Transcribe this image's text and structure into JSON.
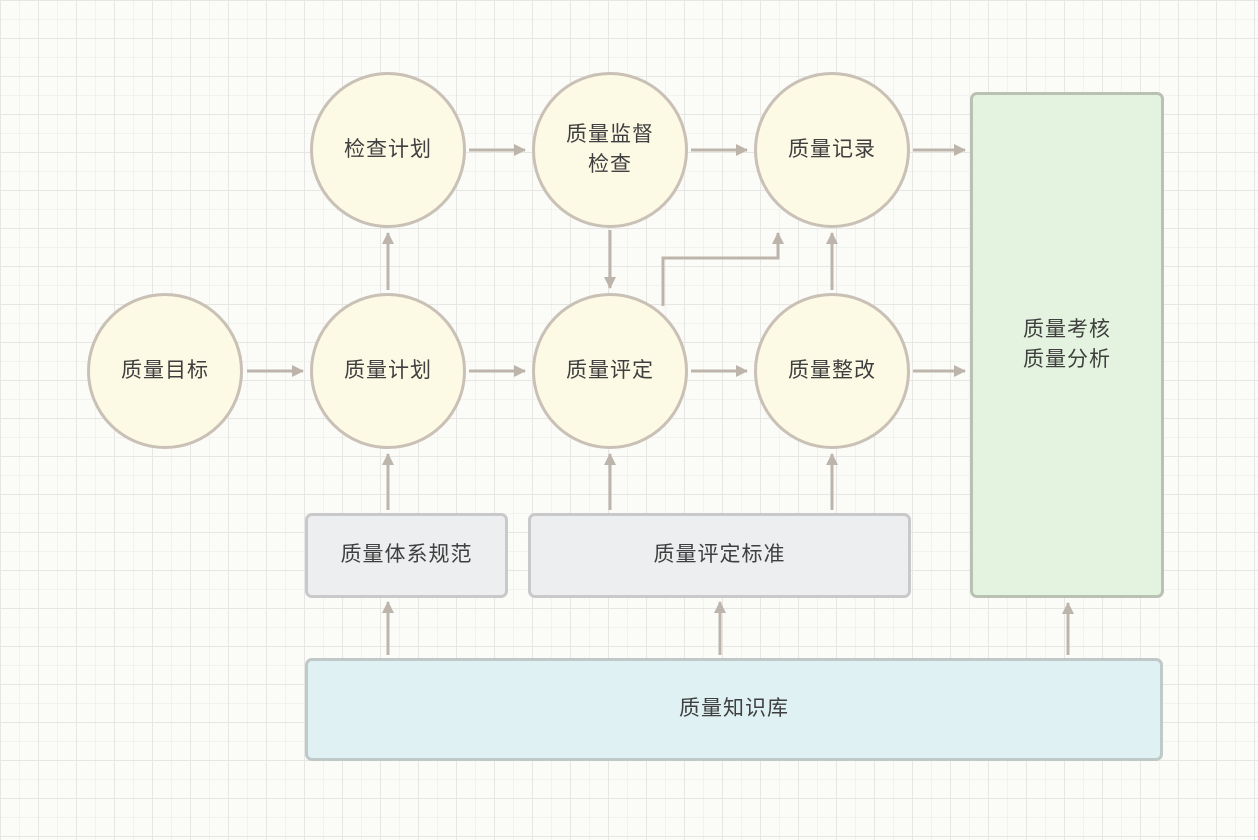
{
  "palette": {
    "circle_fill": "#FCF9E4",
    "circle_border": "#C9C0B6",
    "green_fill": "#E4F3DF",
    "green_border": "#B9C1B3",
    "gray_fill": "#EDEEEF",
    "gray_border": "#C9C9CB",
    "blue_fill": "#DFF1F3",
    "blue_border": "#BFC9C7",
    "connector": "#BDB4AC",
    "text": "#3F3F3F",
    "grid_line": "#E6E7E4"
  },
  "canvas": {
    "nodes": {
      "quality_goal": {
        "label": "质量目标",
        "shape": "circle"
      },
      "quality_plan": {
        "label": "质量计划",
        "shape": "circle"
      },
      "quality_assessment": {
        "label": "质量评定",
        "shape": "circle"
      },
      "quality_rectification": {
        "label": "质量整改",
        "shape": "circle"
      },
      "inspection_plan": {
        "label": "检查计划",
        "shape": "circle"
      },
      "supervision_inspection": {
        "label": "质量监督\n检查",
        "shape": "circle"
      },
      "quality_record": {
        "label": "质量记录",
        "shape": "circle"
      },
      "review_analysis": {
        "label": "质量考核\n质量分析",
        "shape": "rect-green"
      },
      "system_spec": {
        "label": "质量体系规范",
        "shape": "rect-gray"
      },
      "assessment_standard": {
        "label": "质量评定标准",
        "shape": "rect-gray"
      },
      "knowledge_base": {
        "label": "质量知识库",
        "shape": "rect-blue"
      }
    },
    "edges": [
      {
        "from": "quality_goal",
        "to": "quality_plan"
      },
      {
        "from": "quality_plan",
        "to": "quality_assessment"
      },
      {
        "from": "quality_assessment",
        "to": "quality_rectification"
      },
      {
        "from": "quality_rectification",
        "to": "review_analysis"
      },
      {
        "from": "quality_plan",
        "to": "inspection_plan"
      },
      {
        "from": "inspection_plan",
        "to": "supervision_inspection"
      },
      {
        "from": "supervision_inspection",
        "to": "quality_record"
      },
      {
        "from": "quality_record",
        "to": "review_analysis"
      },
      {
        "from": "supervision_inspection",
        "to": "quality_assessment"
      },
      {
        "from": "quality_assessment",
        "to": "quality_record"
      },
      {
        "from": "quality_rectification",
        "to": "quality_record"
      },
      {
        "from": "system_spec",
        "to": "quality_plan"
      },
      {
        "from": "assessment_standard",
        "to": "quality_assessment"
      },
      {
        "from": "assessment_standard",
        "to": "quality_rectification"
      },
      {
        "from": "knowledge_base",
        "to": "system_spec"
      },
      {
        "from": "knowledge_base",
        "to": "assessment_standard"
      },
      {
        "from": "knowledge_base",
        "to": "review_analysis"
      }
    ]
  }
}
